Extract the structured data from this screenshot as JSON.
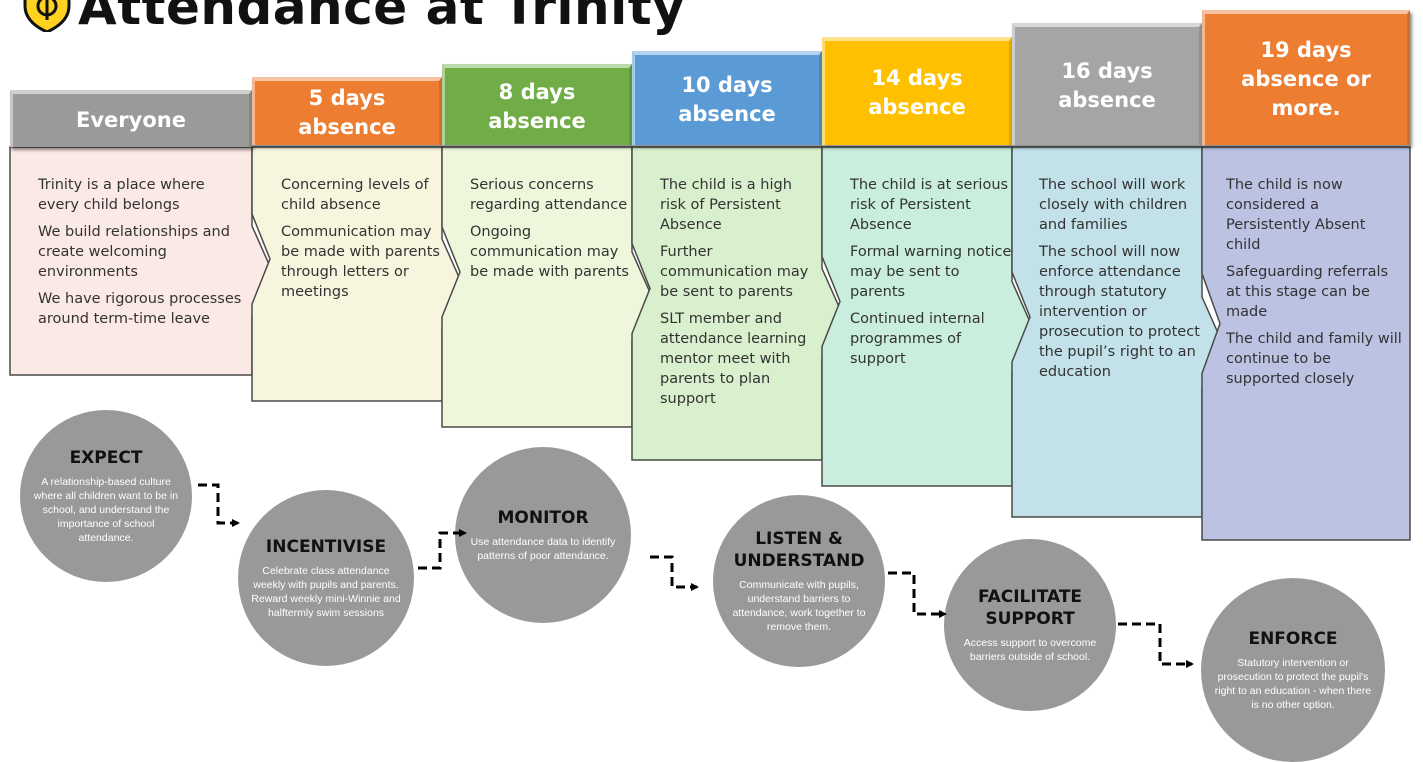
{
  "title": "Attendance at Trinity",
  "logo_icon": "shield-icon",
  "colors": {
    "step_text": "#333333",
    "circle_fill": "#999999",
    "circle_body_text": "#ffffff"
  },
  "steps": [
    {
      "header": "Everyone",
      "header_color": "#9a9a9a",
      "body_color": "#fbe9e5",
      "lines": [
        "Trinity is a place where every child belongs",
        "We build relationships and create welcoming environments",
        "We have rigorous processes around term-time leave"
      ]
    },
    {
      "header": "5 days absence",
      "header_color": "#ed7d31",
      "body_color": "#f7f5dd",
      "lines": [
        "Concerning levels of child absence",
        "Communication may be made with parents through letters or meetings"
      ]
    },
    {
      "header": "8 days absence",
      "header_color": "#70ad47",
      "body_color": "#eef7db",
      "lines": [
        "Serious concerns regarding attendance",
        "Ongoing communication may be made with parents"
      ]
    },
    {
      "header": "10 days absence",
      "header_color": "#5b9bd5",
      "body_color": "#d8f0cd",
      "lines": [
        "The child is a high risk of Persistent Absence",
        "Further communication may be sent to parents",
        "SLT member and attendance learning mentor meet with parents to plan support"
      ]
    },
    {
      "header": "14 days absence",
      "header_color": "#ffc000",
      "body_color": "#c9eedd",
      "lines": [
        "The child is at serious risk of Persistent Absence",
        "Formal warning notice may be sent to parents",
        "Continued internal programmes of support"
      ]
    },
    {
      "header": "16 days absence",
      "header_color": "#a5a5a5",
      "body_color": "#c3e1e9",
      "lines": [
        "The school will work closely with children and families",
        "The school will now enforce attendance through statutory intervention or prosecution to protect the pupil’s right to an education"
      ]
    },
    {
      "header": "19 days absence or more.",
      "header_color": "#ed7d31",
      "body_color": "#bcc2e2",
      "lines": [
        "The child is now considered a Persistently Absent child",
        "Safeguarding referrals at this stage can be made",
        "The child and family will continue to be supported closely"
      ]
    }
  ],
  "stages": [
    {
      "title": "EXPECT",
      "text": "A relationship-based culture where all children want to be in school, and understand the importance of school attendance."
    },
    {
      "title": "INCENTIVISE",
      "text": "Celebrate class attendance weekly with pupils and parents. Reward weekly mini-Winnie and halftermly swim sessions"
    },
    {
      "title": "MONITOR",
      "text": "Use attendance data to identify patterns of poor attendance."
    },
    {
      "title": "LISTEN & UNDERSTAND",
      "text": "Communicate with pupils, understand barriers to attendance, work together to remove them."
    },
    {
      "title": "FACILITATE SUPPORT",
      "text": "Access support to overcome barriers outside of school."
    },
    {
      "title": "ENFORCE",
      "text": "Statutory intervention or prosecution to protect the pupil's right to an education - when there is no other option."
    }
  ]
}
